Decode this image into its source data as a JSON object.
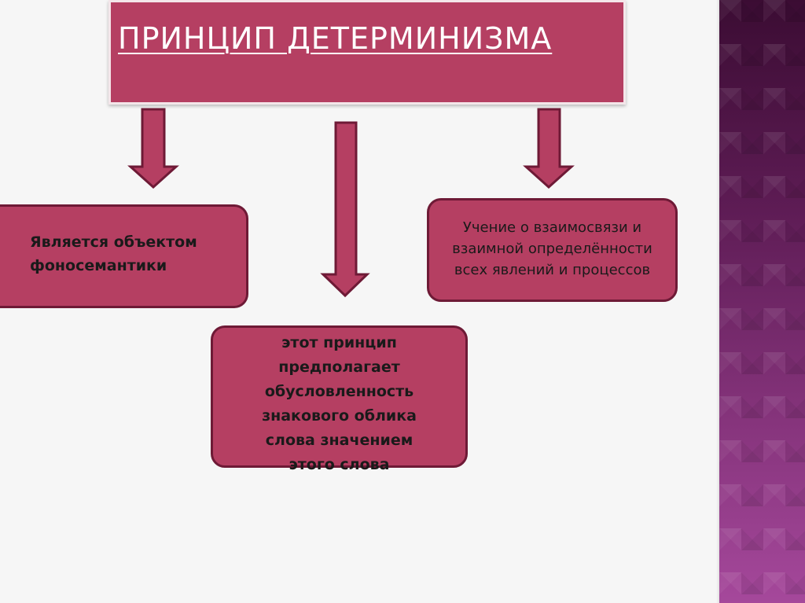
{
  "title": "ПРИНЦИП ДЕТЕРМИНИЗМА",
  "boxes": {
    "left": "Является объектом фоносемантики",
    "right": "Учение о взаимосвязи и взаимной определённости всех явлений и процессов",
    "center": "этот принцип предполагает обусловленность знакового облика слова значением этого слова"
  },
  "colors": {
    "box_fill": "#b53f62",
    "box_border": "#6e1a36",
    "title_text": "#ffffff",
    "accent_strip": "#86347c"
  }
}
